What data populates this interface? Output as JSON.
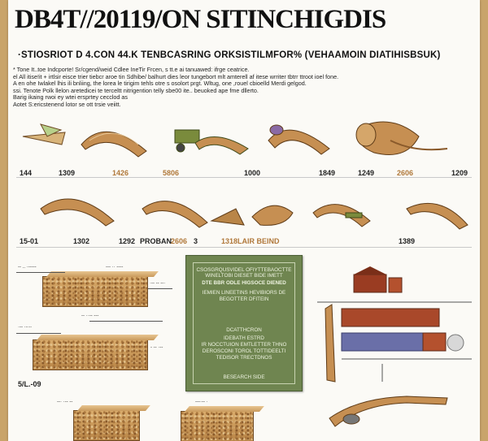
{
  "document": {
    "title": "DB4T//20119/ON SITINCHIGDIS",
    "subtitle": "·STIOSRIOT D 4.CON 44.K TENBCASRING ORKSISTILMFOR% (VEHAAMOIN DIATIHISBSUK)",
    "intro_lines": [
      "* Tone  It..toe  Indcporte! Sr/cgend/weid Cdlee IneTir Frcen,  s  tt.e ai tanuawed:  ifrge ceatrice.",
      "  el All itise!it + irtlsir eisce trier tiebcr aroe tin Sdhibe/ balhurt dies leor tungebort mlt amterell af itese wrriter tbtrr ttroot ioel fone.",
      "  A en ohe Iwlakel lhis ili bnliing, the lorea le tirigim tehls otre s osolort prgt. Wltug, one ,rouel cbioelld Merdi gelgod.",
      "  ssi.  Tenote Polk  llelon aretedicei te  terceltt nitrigention  telly  sbe00 ite..  beuoked ape fme dllerto.",
      "  Barig ikaing rwoi ey wtei ersprtey   cecclod as",
      "  Aotet S:ericstenend lotor se ott trsie veiitt."
    ]
  },
  "rows": [
    {
      "years": [
        "144",
        "1309",
        "1426",
        "5806",
        "1000",
        "1849",
        "1249",
        "2606",
        "1209"
      ]
    },
    {
      "years": [
        "15-01",
        "1302",
        "1292",
        "PROBAN",
        "2606",
        "3",
        "1318LAIR BEIND",
        "1389"
      ]
    }
  ],
  "lower_section": {
    "year_label": "5/L.-09",
    "block_labels": [
      "-- ..  ·-----",
      "--- ·· ----",
      "·-- -- --·",
      "-- ··-- ---",
      "·-- ·-·-·",
      "- -- ·--",
      "--· ·-- --",
      "---·-- ·"
    ]
  },
  "cover": {
    "header": "CSOSGRQUSVIDEL OFIYTTEBAOCTTE WINELTOBI DIESET BIDE IMETT",
    "title": "DTE BBR ODLE HIGSOCE DIENED",
    "subtitle_lines": [
      "IEMIEN LINEETINS HEVIBIORS DE",
      "BEGOTTER DFITEIN"
    ],
    "body_lines": [
      "DCATTHCRON",
      "IDEBATH ESTRD",
      "IR NOCCTUION EMTLETTER THNO",
      "DEROSCONI TOROL TOTTIDEELTI",
      "TEDISOR TRECTDNOS"
    ],
    "footer": "BESEARCH SIDE"
  },
  "colors": {
    "page": "#fbfaf6",
    "border": "#c9a46a",
    "wood": "#c68f52",
    "cover": "#6f8550",
    "brick": "#9a3c22"
  }
}
